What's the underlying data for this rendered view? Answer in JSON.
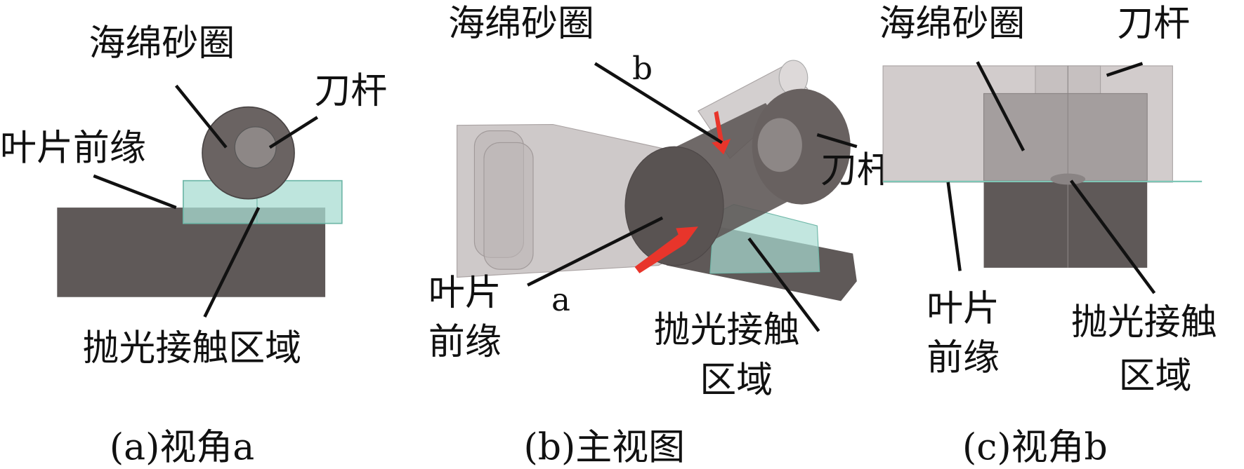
{
  "panel_a": {
    "label_sponge_ring": "海绵砂圈",
    "label_tool_shank": "刀杆",
    "label_blade_leading_edge": "叶片前缘",
    "label_polish_contact_area": "抛光接触区域",
    "caption": "(a)视角a"
  },
  "panel_b": {
    "label_sponge_ring": "海绵砂圈",
    "label_tool_shank": "刀杆",
    "label_blade_line1": "叶片",
    "label_blade_line2": "前缘",
    "label_contact_line1": "抛光接触",
    "label_contact_line2": "区域",
    "arrow_b": "b",
    "arrow_a": "a",
    "caption": "(b)主视图"
  },
  "panel_c": {
    "label_sponge_ring": "海绵砂圈",
    "label_tool_shank": "刀杆",
    "label_blade_line1": "叶片",
    "label_blade_line2": "前缘",
    "label_contact_line1": "抛光接触",
    "label_contact_line2": "区域",
    "caption": "(c)视角b"
  },
  "colors": {
    "dark_gray": "#5f5958",
    "light_gray": "#c9c3c3",
    "teal": "#a8dcd2",
    "arrow_red": "#e8352b"
  }
}
